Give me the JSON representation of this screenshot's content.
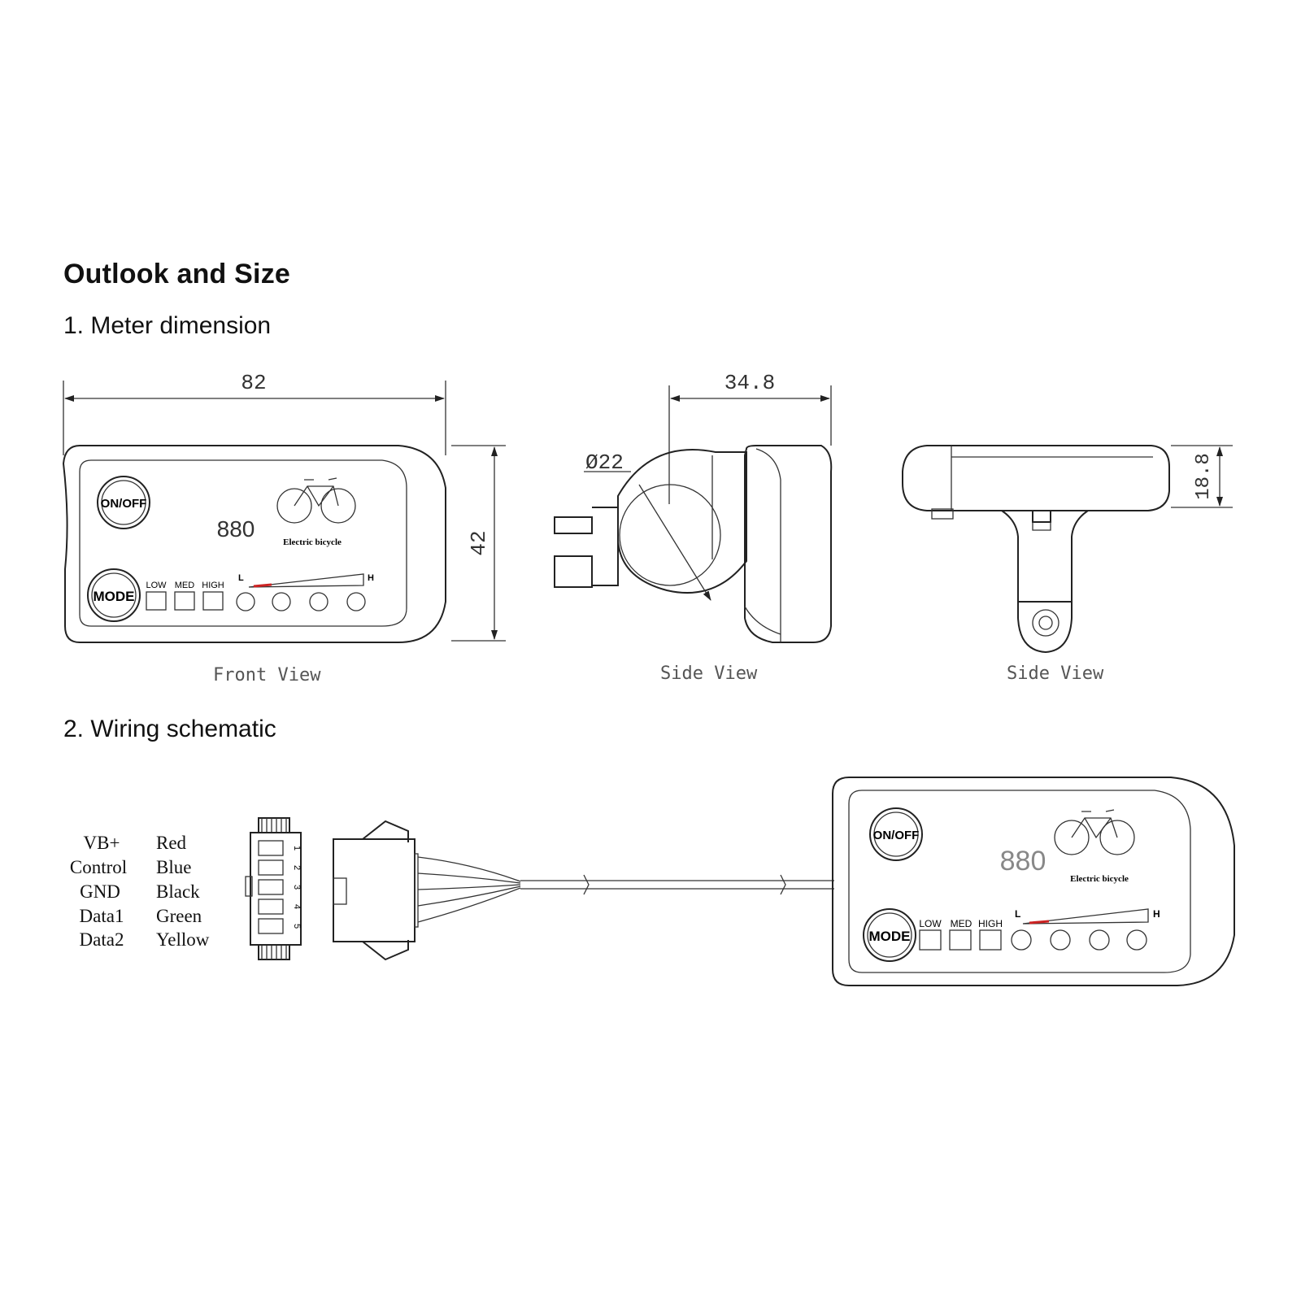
{
  "heading": "Outlook and Size",
  "section1": "1. Meter dimension",
  "section2": "2. Wiring schematic",
  "dimensions": {
    "width": "82",
    "height": "42",
    "depth": "34.8",
    "diameter": "Ø22",
    "thickness": "18.8"
  },
  "views": {
    "front": "Front View",
    "side1": "Side View",
    "side2": "Side View"
  },
  "meter": {
    "power_label": "ON/OFF",
    "mode_label": "MODE",
    "display_value": "880",
    "brand_label": "Electric bicycle",
    "levels": [
      "LOW",
      "MED",
      "HIGH"
    ],
    "scale_low": "L",
    "scale_high": "H"
  },
  "wiring": {
    "signals": [
      "VB+",
      "Control",
      "GND",
      "Data1",
      "Data2"
    ],
    "colors": [
      "Red",
      "Blue",
      "Black",
      "Green",
      "Yellow"
    ],
    "pins": [
      "1",
      "2",
      "3",
      "4",
      "5"
    ]
  },
  "accent_color": "#cc2222"
}
